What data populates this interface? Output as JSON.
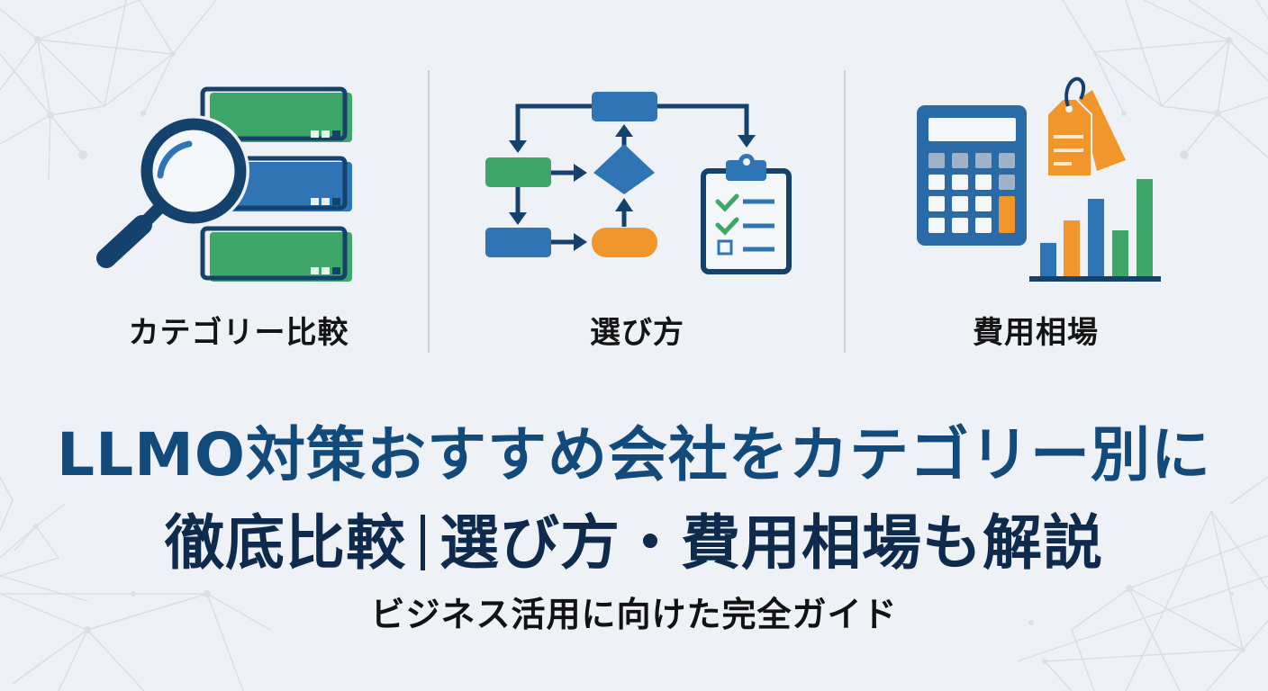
{
  "panels": [
    {
      "label": "カテゴリー比較",
      "icon": "magnifier-over-database-icon"
    },
    {
      "label": "選び方",
      "icon": "flowchart-with-checklist-icon"
    },
    {
      "label": "費用相場",
      "icon": "calculator-price-tag-bar-chart-icon"
    }
  ],
  "title": {
    "line1": "LLMO対策おすすめ会社をカテゴリー別に",
    "line2_left": "徹底比較",
    "line2_right": "選び方・費用相場も解説"
  },
  "subtitle": "ビジネス活用に向けた完全ガイド",
  "colors": {
    "background": "#eef2f6",
    "navy": "#134a7c",
    "dark_navy": "#0e2a4c",
    "blue": "#2f75b5",
    "green": "#3fa66a",
    "orange": "#f0962a",
    "divider": "#c8cfd8"
  }
}
